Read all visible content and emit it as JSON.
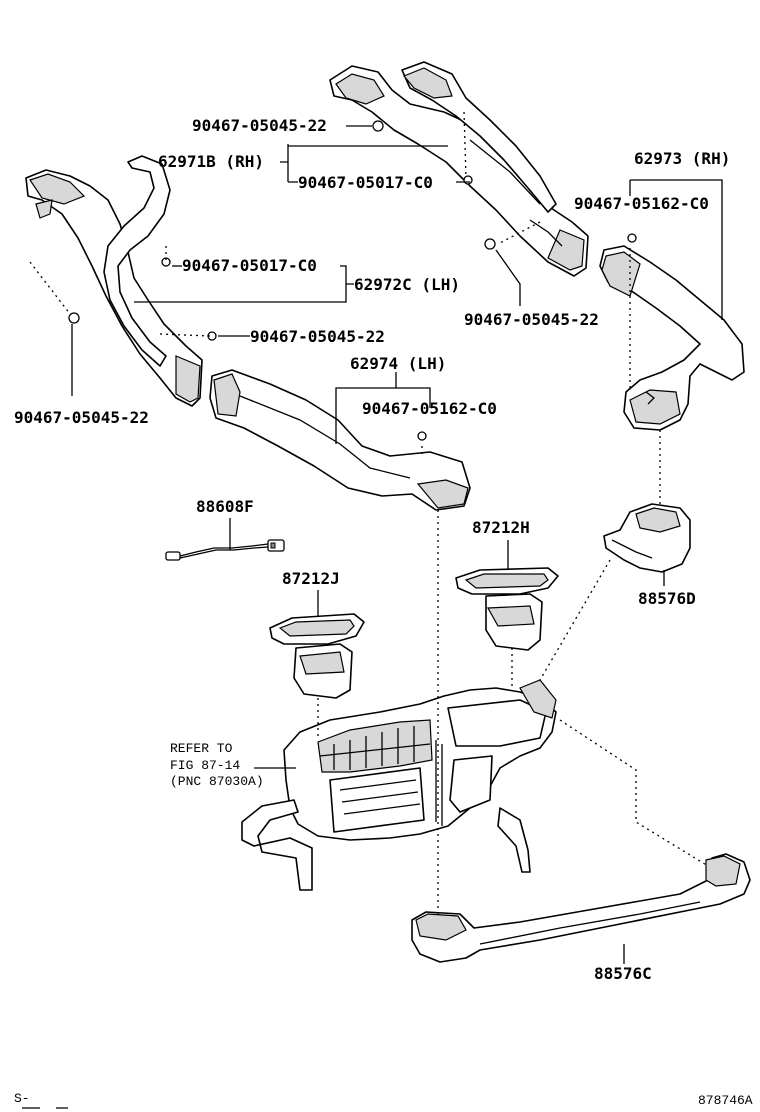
{
  "labels": {
    "p62971b": "62971B (RH)",
    "p62972c": "62972C (LH)",
    "p62973": "62973 (RH)",
    "p62974": "62974 (LH)",
    "bolt_05045_a": "90467-05045-22",
    "bolt_05045_b": "90467-05045-22",
    "bolt_05045_c": "90467-05045-22",
    "bolt_05045_d": "90467-05045-22",
    "clip_05017_a": "90467-05017-C0",
    "clip_05017_b": "90467-05017-C0",
    "clip_05162_a": "90467-05162-C0",
    "clip_05162_b": "90467-05162-C0",
    "p88608f": "88608F",
    "p87212h": "87212H",
    "p87212j": "87212J",
    "p88576d": "88576D",
    "p88576c": "88576C",
    "refer_line1": "REFER TO",
    "refer_line2": "FIG 87-14",
    "refer_line3": "(PNC 87030A)",
    "corner_left": "S-",
    "corner_right": "878746A"
  }
}
